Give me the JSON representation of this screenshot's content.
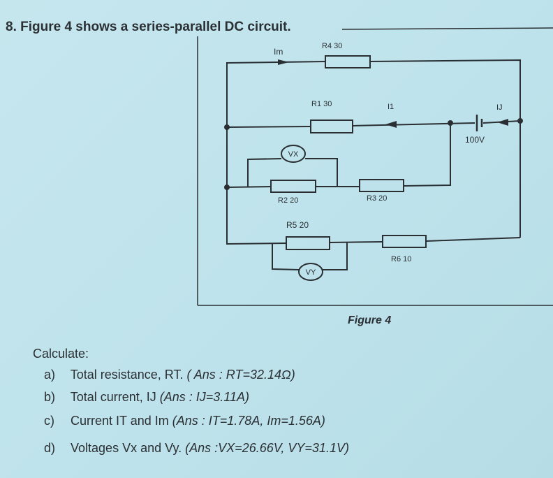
{
  "question": {
    "title": "8. Figure 4 shows a series-parallel DC circuit.",
    "figure_caption": "Figure 4",
    "calculate_label": "Calculate:",
    "parts": [
      {
        "label": "a)",
        "text": "Total resistance, RT.",
        "answer": "( Ans : RT=32.14Ω)"
      },
      {
        "label": "b)",
        "text": "Total current, IJ",
        "answer": "(Ans : IJ=3.11A)"
      },
      {
        "label": "c)",
        "text": "Current IT and Im",
        "answer": "(Ans : IT=1.78A, Im=1.56A)"
      },
      {
        "label": "d)",
        "text": "Voltages Vx and Vy.",
        "answer": "(Ans :VX=26.66V, VY=31.1V)"
      }
    ]
  },
  "circuit": {
    "labels": {
      "im": "Im",
      "r4": "R4 30",
      "r1": "R1 30",
      "i1": "I1",
      "ij": "IJ",
      "source": "100V",
      "vx": "VX",
      "r2": "R2 20",
      "r3": "R3 20",
      "r5": "R5 20",
      "vy": "VY",
      "r6": "R6 10"
    }
  }
}
